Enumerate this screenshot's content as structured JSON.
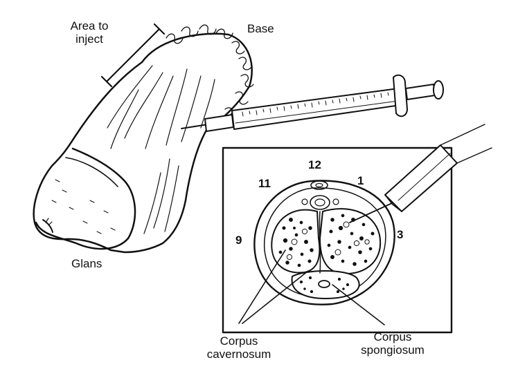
{
  "labels": {
    "area_to_inject_line1": "Area to",
    "area_to_inject_line2": "inject",
    "base": "Base",
    "glans": "Glans",
    "corpus_cavernosum_line1": "Corpus",
    "corpus_cavernosum_line2": "cavernosum",
    "corpus_spongiosum_line1": "Corpus",
    "corpus_spongiosum_line2": "spongiosum"
  },
  "clock_positions": {
    "twelve": "12",
    "one": "1",
    "three": "3",
    "nine": "9",
    "eleven": "11"
  },
  "colors": {
    "ink": "#111111",
    "paper": "#ffffff",
    "shade": "#dcdcdc"
  }
}
